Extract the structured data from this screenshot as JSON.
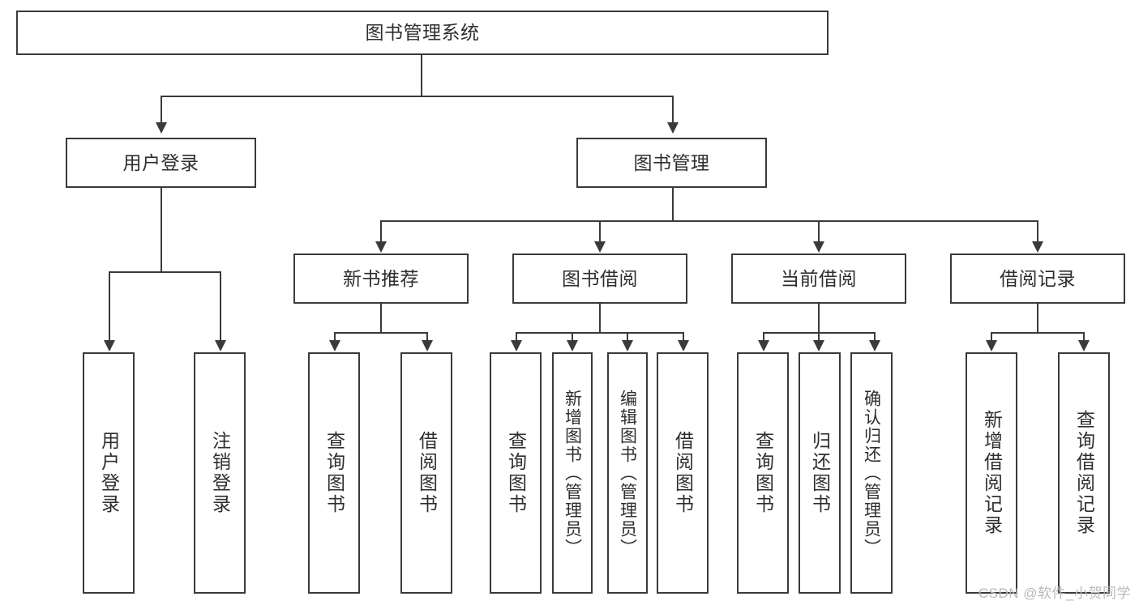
{
  "diagram": {
    "type": "tree-hierarchy",
    "root": {
      "label": "图书管理系统"
    },
    "level1": [
      {
        "label": "用户登录"
      },
      {
        "label": "图书管理"
      }
    ],
    "level2": [
      {
        "label": "新书推荐"
      },
      {
        "label": "图书借阅"
      },
      {
        "label": "当前借阅"
      },
      {
        "label": "借阅记录"
      }
    ],
    "leaves": {
      "user_login": [
        {
          "label": "用户登录"
        },
        {
          "label": "注销登录"
        }
      ],
      "new_book_recommend": [
        {
          "label": "查询图书"
        },
        {
          "label": "借阅图书"
        }
      ],
      "book_borrow": [
        {
          "label": "查询图书"
        },
        {
          "label": "新增图书（管理员）"
        },
        {
          "label": "编辑图书（管理员）"
        },
        {
          "label": "借阅图书"
        }
      ],
      "current_borrow": [
        {
          "label": "查询图书"
        },
        {
          "label": "归还图书"
        },
        {
          "label": "确认归还（管理员）"
        }
      ],
      "borrow_record": [
        {
          "label": "新增借阅记录"
        },
        {
          "label": "查询借阅记录"
        }
      ]
    }
  },
  "watermark": {
    "text": "CSDN @软件_小贺同学"
  },
  "colors": {
    "stroke": "#3a3a3a",
    "background": "#ffffff",
    "text": "#2e2e2e",
    "watermark": "#b9b9b9"
  }
}
